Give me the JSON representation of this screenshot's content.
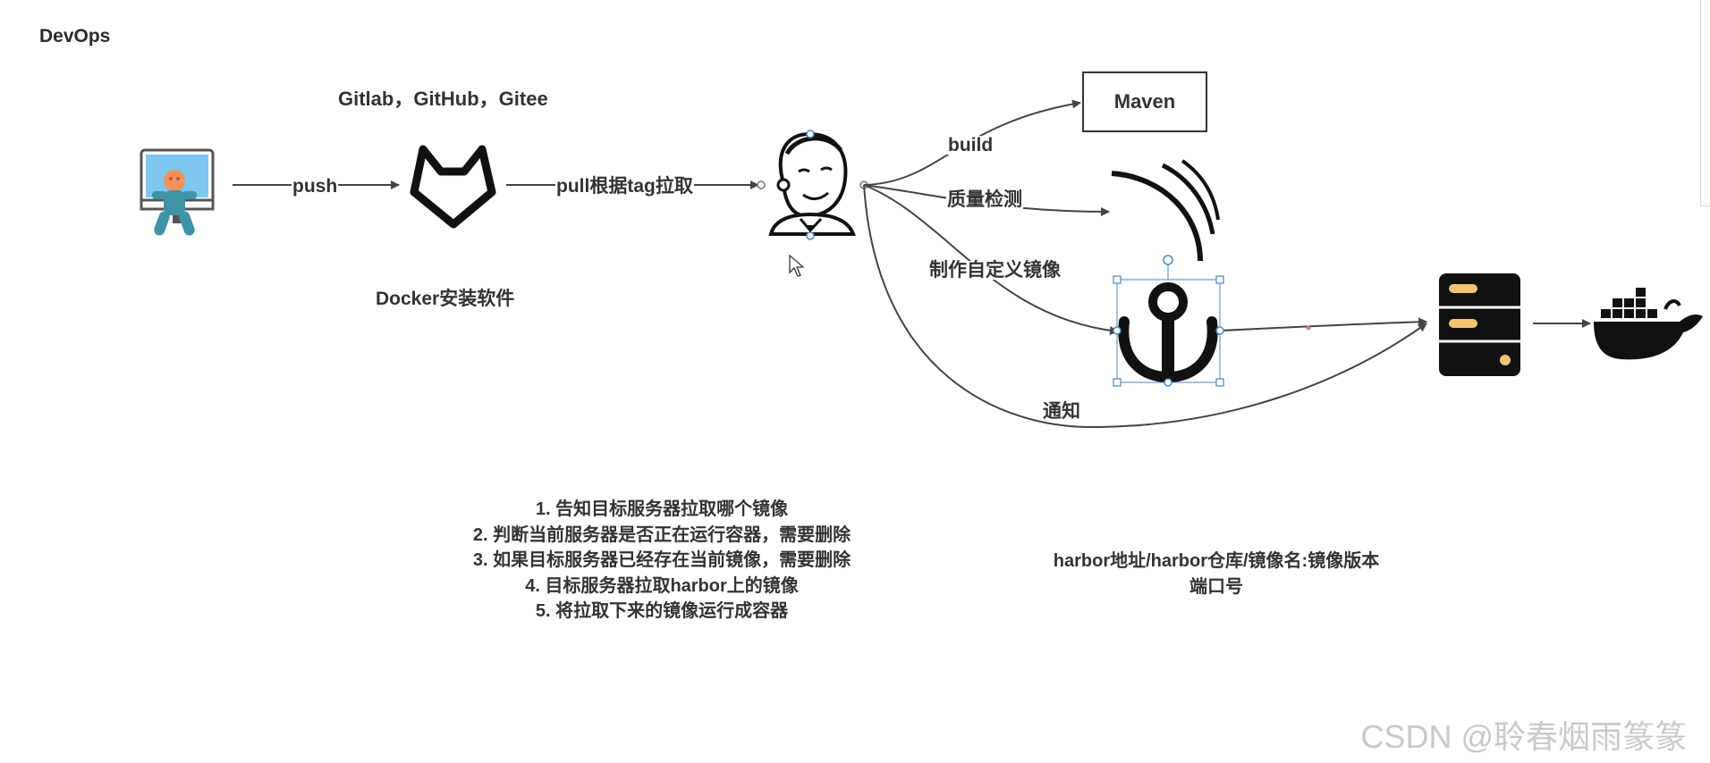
{
  "title": "DevOps",
  "repos_label": "Gitlab，GitHub，Gitee",
  "docker_note": "Docker安装软件",
  "edges": {
    "push": "push",
    "pull": "pull根据tag拉取",
    "build": "build",
    "quality": "质量检测",
    "custom_image": "制作自定义镜像",
    "notify": "通知"
  },
  "maven_label": "Maven",
  "steps": [
    "1. 告知目标服务器拉取哪个镜像",
    "2. 判断当前服务器是否正在运行容器，需要删除",
    "3. 如果目标服务器已经存在当前镜像，需要删除",
    "4. 目标服务器拉取harbor上的镜像",
    "5. 将拉取下来的镜像运行成容器"
  ],
  "harbor_note": [
    "harbor地址/harbor仓库/镜像名:镜像版本",
    "端口号"
  ],
  "watermark": "CSDN @聆春烟雨篆篆",
  "icons": {
    "developer": "developer-computer-icon",
    "git": "gitlab-fox-icon",
    "jenkins": "jenkins-butler-icon",
    "sonar": "sonarqube-waves-icon",
    "harbor": "harbor-anchor-icon",
    "server": "server-rack-icon",
    "docker": "docker-whale-icon"
  },
  "colors": {
    "line": "#444444",
    "monitor_screen": "#7cc6f0",
    "developer_figure": "#3f93a8",
    "developer_head": "#f2915a",
    "server_slot": "#f0c474",
    "selection": "#4a86c8"
  }
}
